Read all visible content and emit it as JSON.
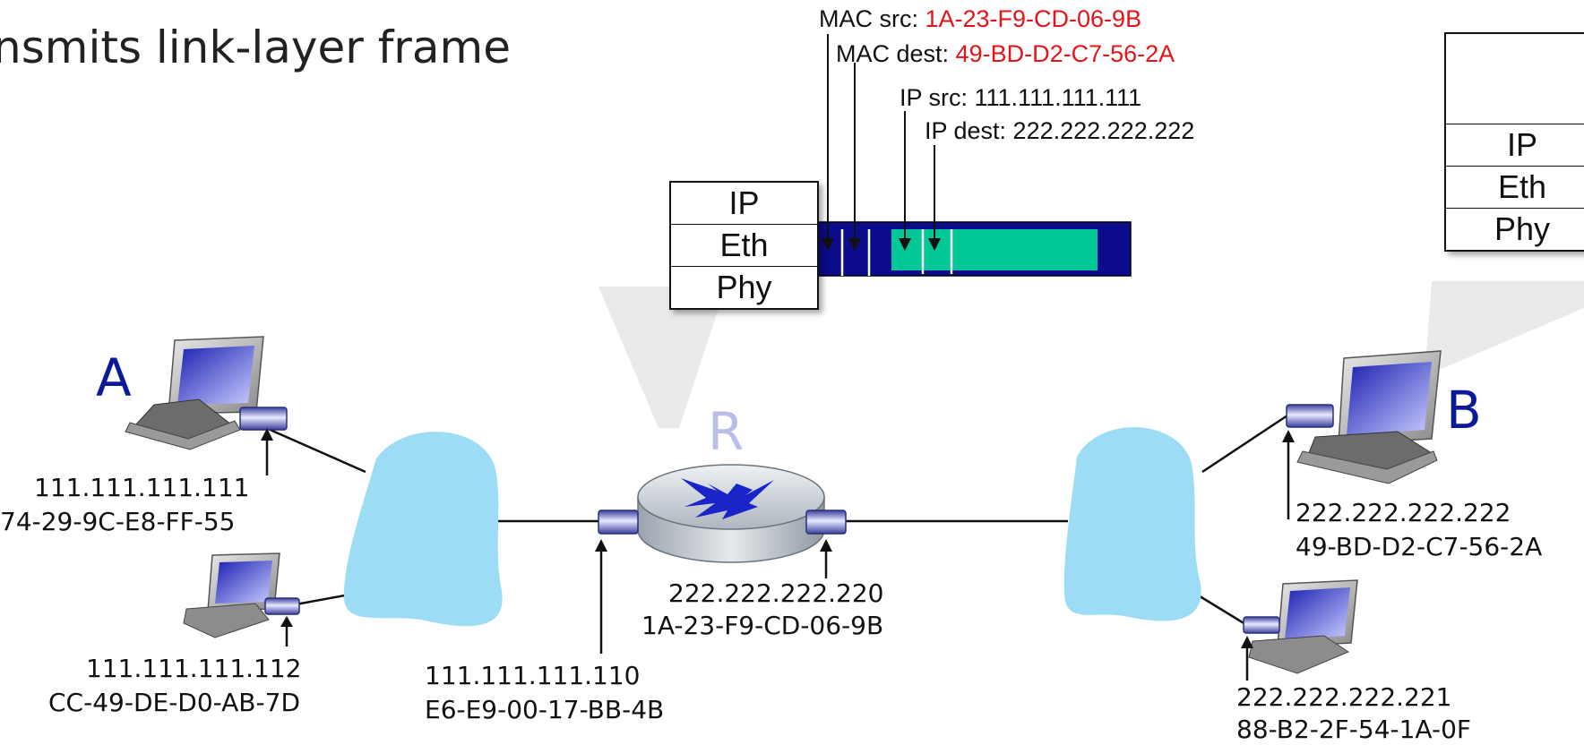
{
  "title": "nsmits link-layer frame",
  "nodes": {
    "host_a": {
      "label": "A",
      "ip": "111.111.111.111",
      "mac": "74-29-9C-E8-FF-55"
    },
    "host_a2": {
      "ip": "111.111.111.112",
      "mac": "CC-49-DE-D0-AB-7D"
    },
    "router": {
      "label": "R",
      "left_ip": "111.111.111.110",
      "left_mac": "E6-E9-00-17-BB-4B",
      "right_ip": "222.222.222.220",
      "right_mac": "1A-23-F9-CD-06-9B"
    },
    "host_b": {
      "label": "B",
      "ip": "222.222.222.222",
      "mac": "49-BD-D2-C7-56-2A"
    },
    "host_b2": {
      "ip": "222.222.222.221",
      "mac": "88-B2-2F-54-1A-0F"
    }
  },
  "frame": {
    "mac_src_label": "MAC src: ",
    "mac_src_value": "1A-23-F9-CD-06-9B",
    "mac_dest_label": "MAC dest: ",
    "mac_dest_value": "49-BD-D2-C7-56-2A",
    "ip_src": "IP src: 111.111.111.111",
    "ip_dest": "IP dest: 222.222.222.222"
  },
  "stacks": {
    "router": [
      "IP",
      "Eth",
      "Phy"
    ],
    "host_b": [
      "IP",
      "Eth",
      "Phy"
    ]
  },
  "colors": {
    "frame_header": "#0b0b8c",
    "frame_payload": "#00c896",
    "cloud": "#9ddcf5",
    "interface": "#6c72c8",
    "host_label": "#0a1a9a",
    "mac_highlight": "#e5141b"
  }
}
